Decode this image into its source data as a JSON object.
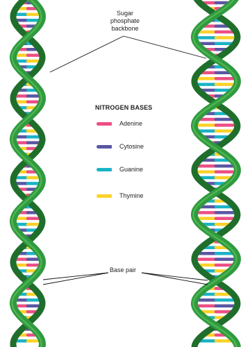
{
  "labels": {
    "sugar_backbone": [
      "Sugar",
      "phosphate",
      "backbone"
    ],
    "base_pair": "Base pair"
  },
  "legend": {
    "title": "NITROGEN BASES",
    "items": [
      {
        "label": "Adenine",
        "color": "#ec4f85"
      },
      {
        "label": "Cytosine",
        "color": "#5a55a3"
      },
      {
        "label": "Guanine",
        "color": "#1ab3c6"
      },
      {
        "label": "Thymine",
        "color": "#fcd22a"
      }
    ]
  },
  "colors": {
    "strand_front": "#2f9a3f",
    "strand_back": "#1f6e2b",
    "strand_highlight": "#5cbf5a",
    "line": "#111111"
  }
}
